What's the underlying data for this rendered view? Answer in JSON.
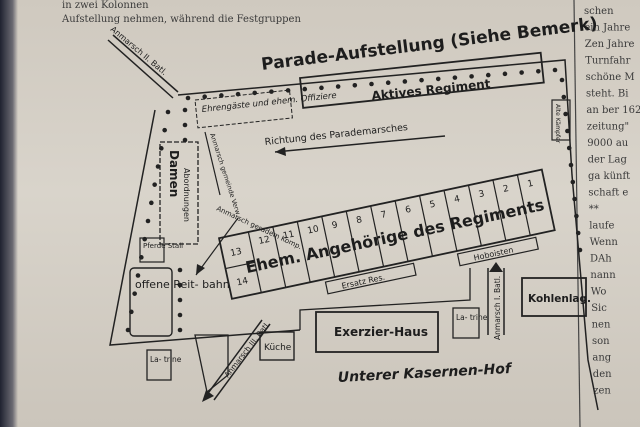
{
  "top_text": {
    "line1": "in zwei Kolonnen",
    "line2": "Aufstellung nehmen, während die Festgruppen"
  },
  "right_column": {
    "lines": [
      "schen",
      "ein Jahre",
      "Zen Jahre",
      "Turnfahr",
      "schöne M",
      "steht. Bi",
      "an ber 162",
      "zeitung\"",
      "9000 au",
      "der Lag",
      "ga künft",
      "schaft e",
      "**",
      "laufe",
      "Wenn",
      "DAh",
      "nann",
      "Wo",
      "Sic",
      "nen",
      "son",
      "ang",
      "den",
      "zen"
    ]
  },
  "map": {
    "title": "Parade-Aufstellung (Siehe Bemerk)",
    "anmarsch_top": "Anmarsch II. Batl.",
    "ehrengaeste": "Ehrengäste und ehem. Offiziere",
    "aktives": "Aktives Regiment",
    "alte_kaempfer": "Alte Kämpfer",
    "richtung": "Richtung des Parademarsches",
    "damen": "Damen",
    "abordnungen": "Abordnungen",
    "anmarsch_gemeinde": "Anmarsch gemeinde Verw.",
    "anmarsch_komp": "Anmarsch geradem Komp.",
    "pferdestall": "Pferde Stall",
    "reitbahn": "offene Reit- bahn",
    "ehem": "Ehem. Angehörige des Regiments",
    "numbers": [
      "1",
      "2",
      "3",
      "4",
      "5",
      "6",
      "7",
      "8",
      "9",
      "10",
      "11",
      "12",
      "13",
      "14"
    ],
    "ersatz": "Ersatz Res.",
    "hoboisten": "Hoboisten",
    "anmarsch_1": "Anmarsch I. Batl.",
    "kohlenlager": "Kohlenlag.",
    "kueche": "Küche",
    "exerzier": "Exerzier-Haus",
    "latrine1": "La- trine",
    "latrine2": "La- trine",
    "anmarsch_3": "Anmarsch III. Batl.",
    "unterer_hof": "Unterer Kasernen-Hof"
  }
}
